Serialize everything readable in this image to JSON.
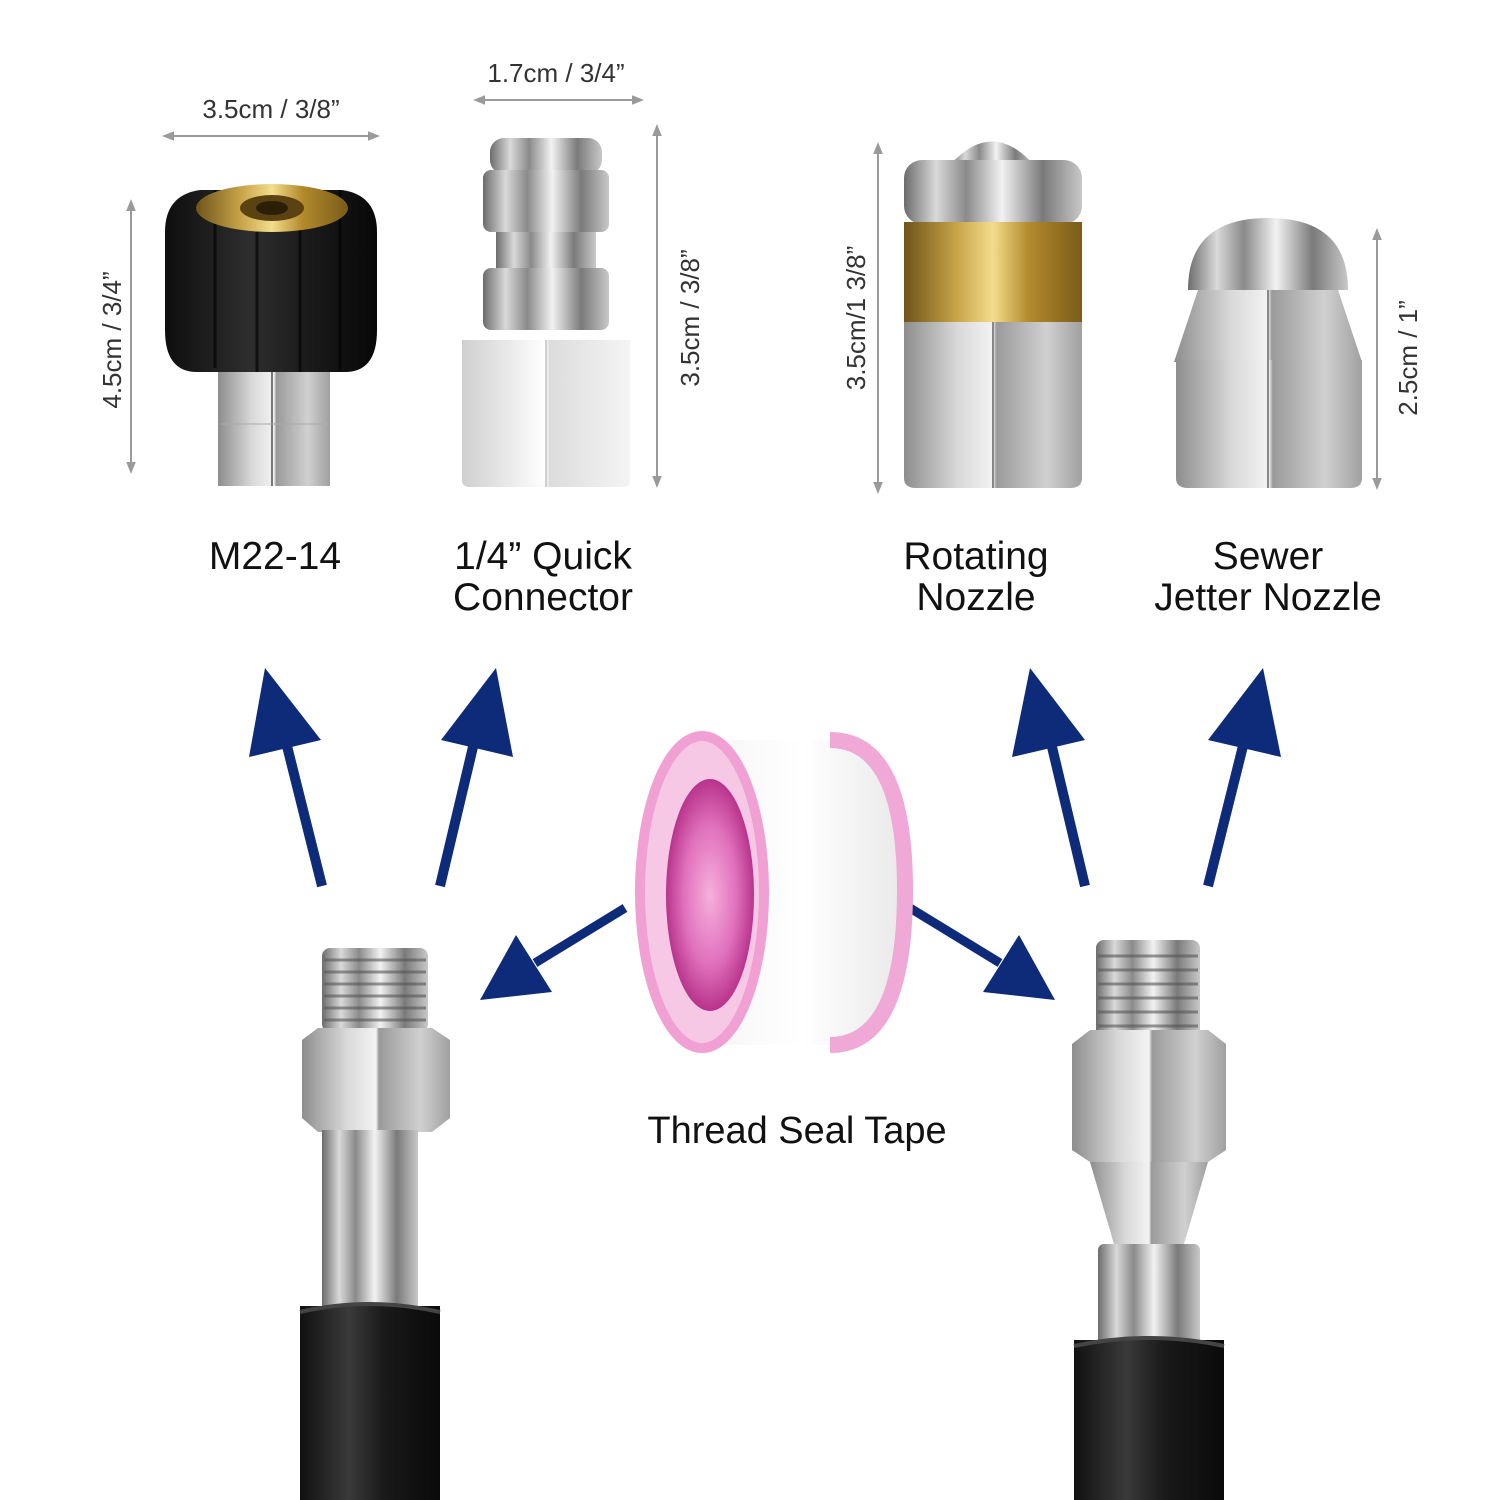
{
  "products": [
    {
      "label_lines": [
        "M22-14"
      ],
      "width": "3.5cm / 3/8”",
      "height": "4.5cm / 3/4”"
    },
    {
      "label_lines": [
        "1/4” Quick",
        "Connector"
      ],
      "width": "1.7cm / 3/4”",
      "height": "3.5cm / 3/8”"
    },
    {
      "label_lines": [
        "Rotating",
        "Nozzle"
      ],
      "height": "3.5cm/1 3/8”"
    },
    {
      "label_lines": [
        "Sewer",
        "Jetter Nozzle"
      ],
      "height": "2.5cm / 1”"
    }
  ],
  "tape": {
    "label": "Thread Seal Tape"
  },
  "colors": {
    "arrow": "#0d2b78",
    "tape_pink": "#e060b0",
    "dimension_line": "#9a9a9a"
  }
}
